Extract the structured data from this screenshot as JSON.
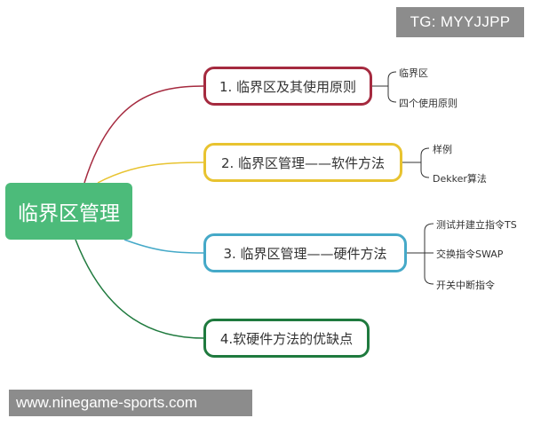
{
  "watermarks": {
    "top": "TG: MYYJJPP",
    "bottom": "www.ninegame-sports.com"
  },
  "root": {
    "label": "临界区管理",
    "color": "#4cbb7a"
  },
  "branches": [
    {
      "label": "1. 临界区及其使用原则",
      "color": "#a52a3f",
      "children": [
        "临界区",
        "四个使用原则"
      ]
    },
    {
      "label": "2. 临界区管理——软件方法",
      "color": "#e8c330",
      "children": [
        "样例",
        "Dekker算法"
      ]
    },
    {
      "label": "3. 临界区管理——硬件方法",
      "color": "#45a9c8",
      "children": [
        "测试并建立指令TS",
        "交换指令SWAP",
        "开关中断指令"
      ]
    },
    {
      "label": "4.软硬件方法的优缺点",
      "color": "#1f7a3e",
      "children": []
    }
  ]
}
